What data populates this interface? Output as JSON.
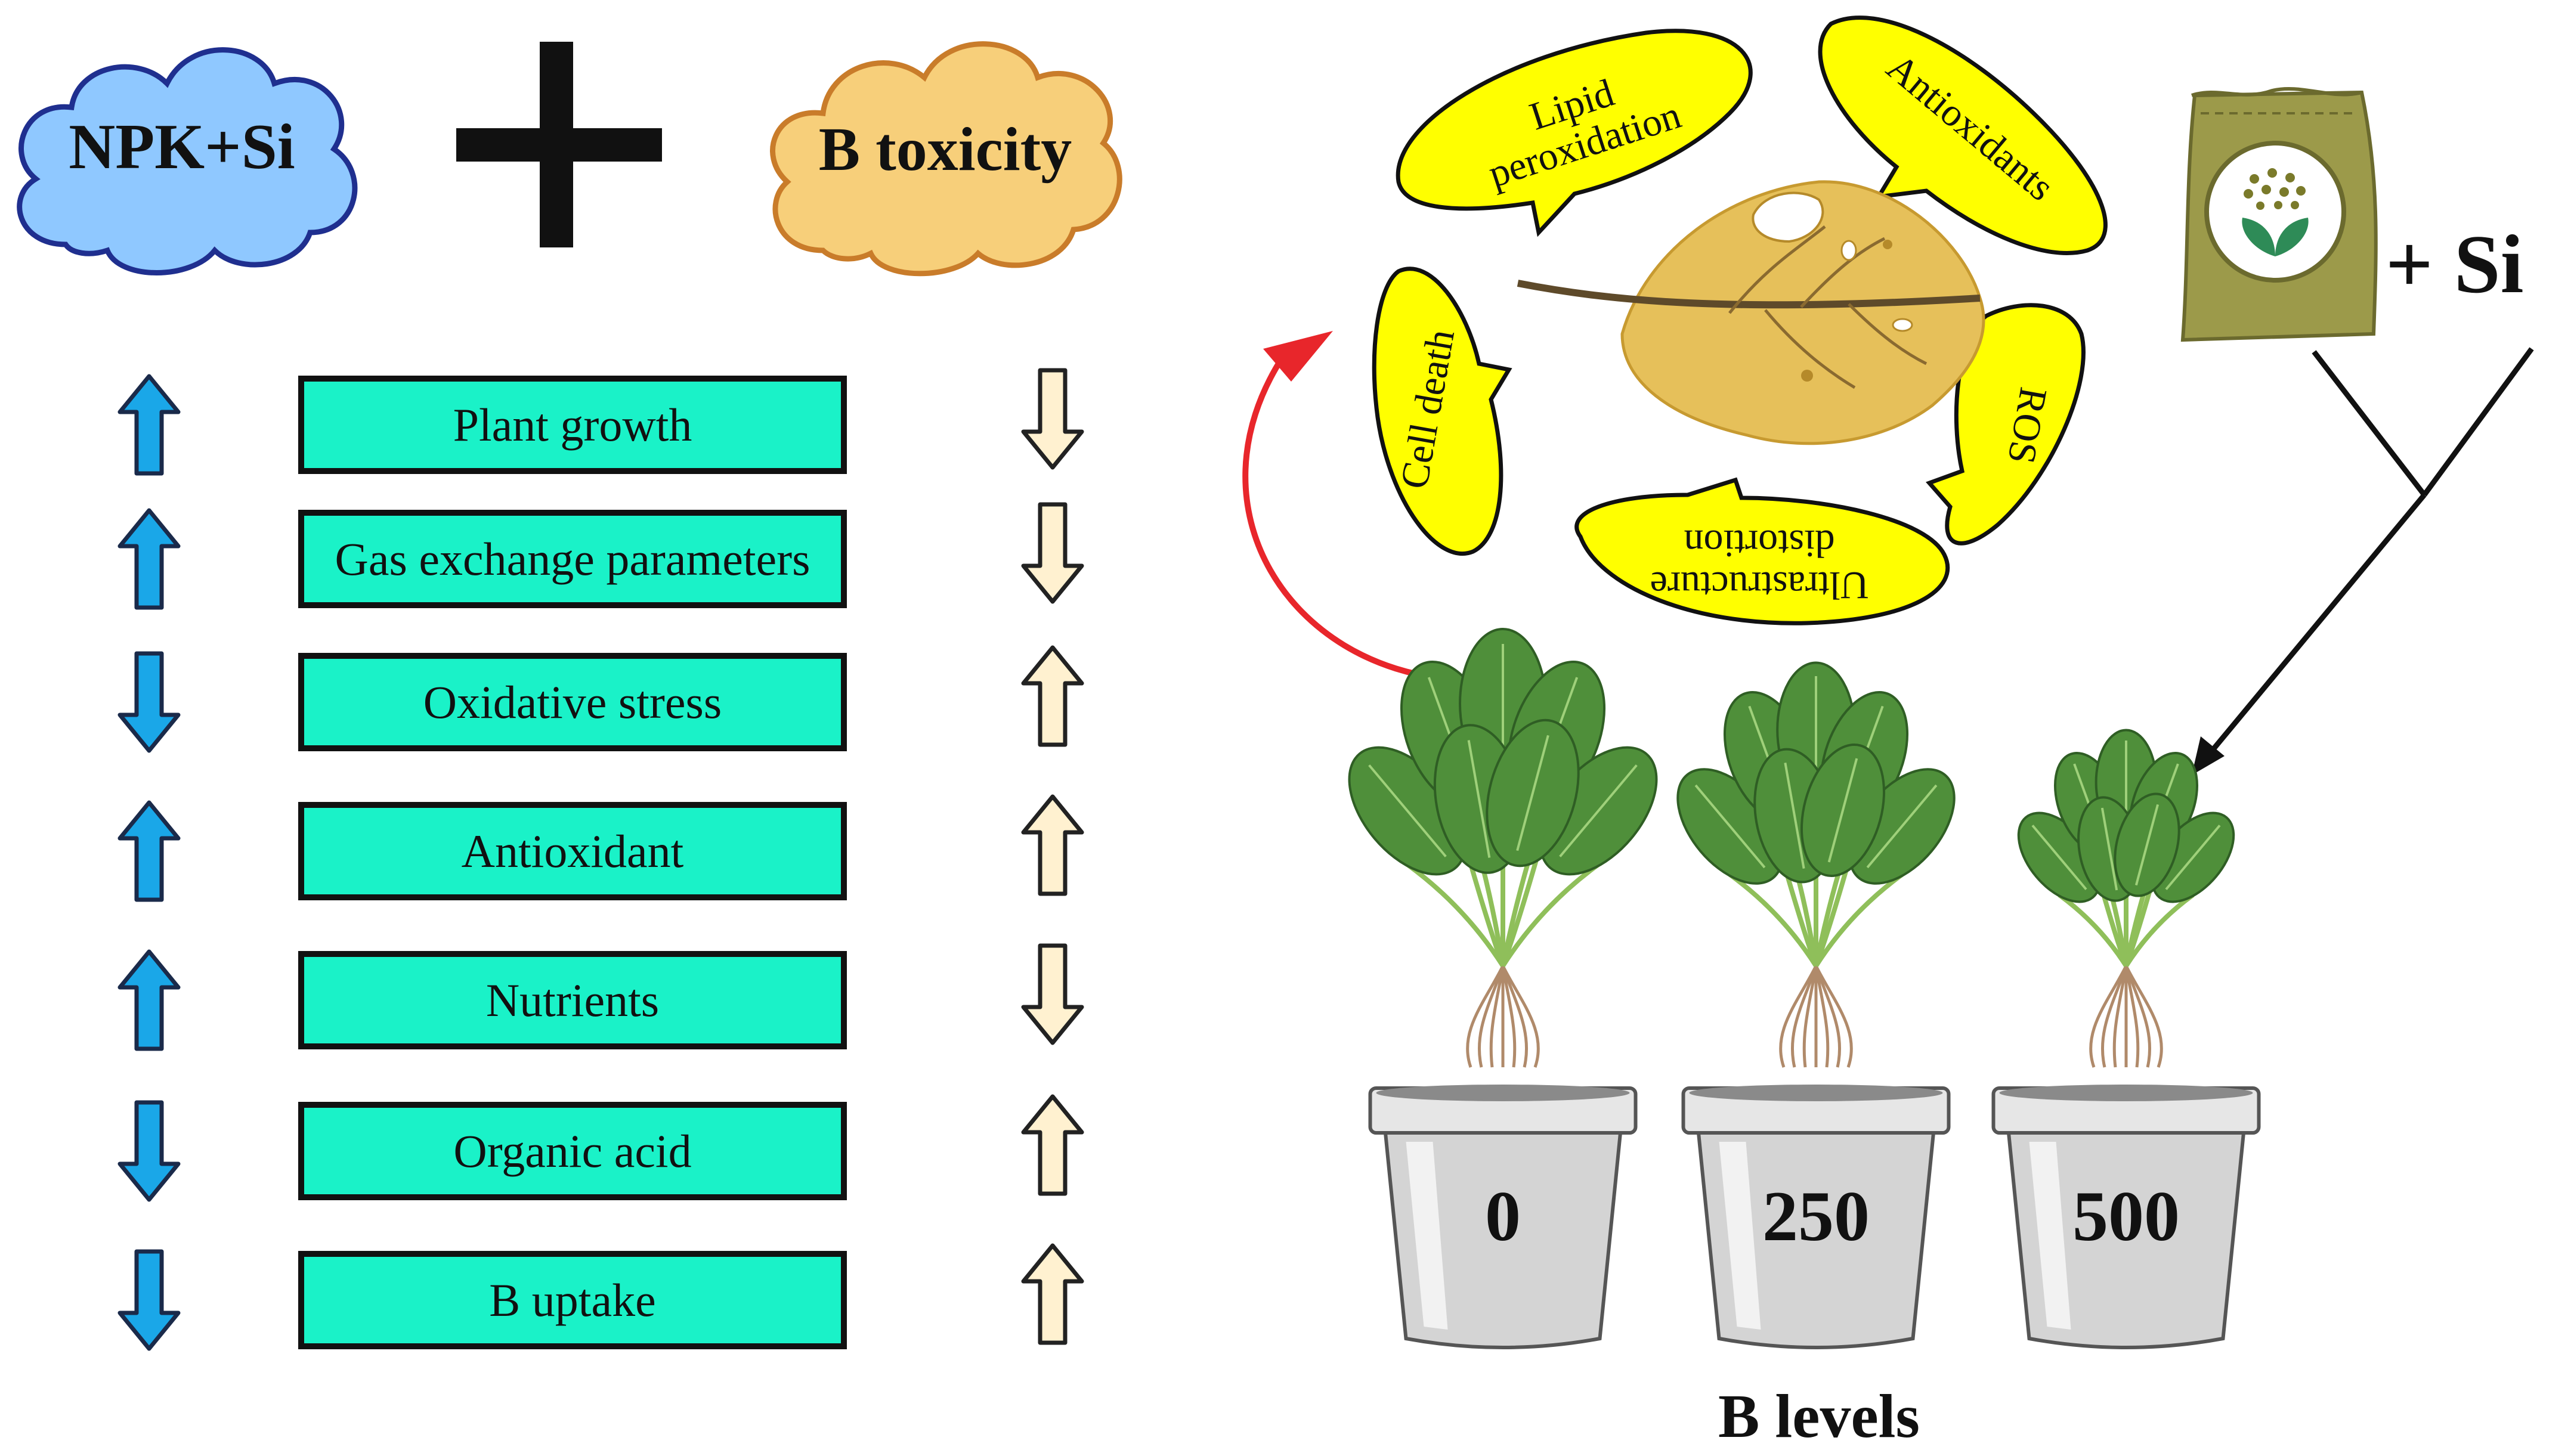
{
  "left_panel": {
    "cloud_left": "NPK+Si",
    "cloud_right": "B toxicity",
    "rows": [
      {
        "label": "Plant growth",
        "si_effect": "up",
        "b_effect": "down"
      },
      {
        "label": "Gas exchange  parameters",
        "si_effect": "up",
        "b_effect": "down"
      },
      {
        "label": "Oxidative stress",
        "si_effect": "down",
        "b_effect": "up"
      },
      {
        "label": "Antioxidant",
        "si_effect": "up",
        "b_effect": "up"
      },
      {
        "label": "Nutrients",
        "si_effect": "up",
        "b_effect": "down"
      },
      {
        "label": "Organic acid",
        "si_effect": "down",
        "b_effect": "up"
      },
      {
        "label": "B uptake",
        "si_effect": "down",
        "b_effect": "up"
      }
    ]
  },
  "right_panel": {
    "stress_bubbles": {
      "lipid_line1": "Lipid",
      "lipid_line2": "peroxidation",
      "antioxidants": "Antioxidants",
      "ros": "ROS",
      "ultra_line1": "Ultrastructure",
      "ultra_line2": "distortion",
      "cell_death": "Cell death"
    },
    "si_label": "+ Si",
    "pots": [
      "0",
      "250",
      "500"
    ],
    "x_label": "B levels"
  },
  "colors": {
    "box_fill": "#1af2c8",
    "blue_arrow": "#1aa7e8",
    "cream_arrow": "#fff1d0",
    "cloud_blue": "#8fc8ff",
    "cloud_orange": "#f7cf7a",
    "bubble_yellow": "#ffff00",
    "red_arrow": "#e8262b",
    "leaf_yellow": "#e6c05a",
    "plant_green": "#4f8f3a",
    "bag_olive": "#9c9a4a"
  }
}
